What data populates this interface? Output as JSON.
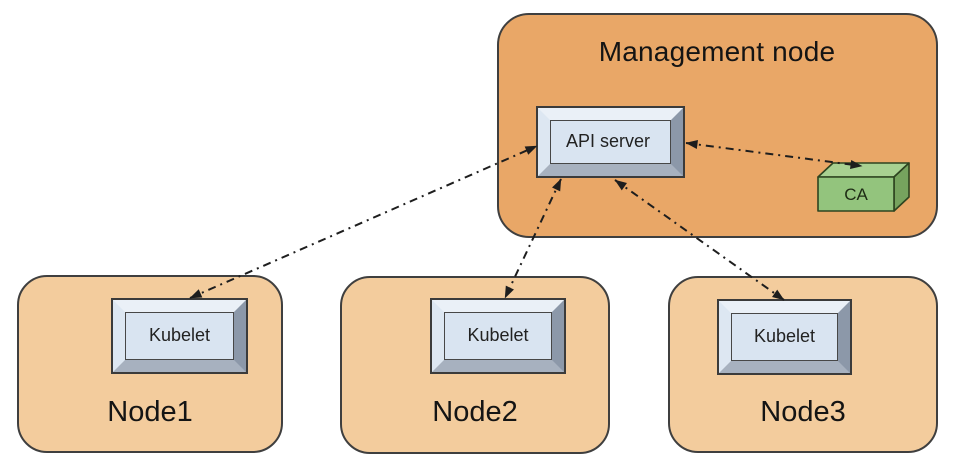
{
  "diagram": {
    "management_node": {
      "label": "Management node",
      "api_server_label": "API server",
      "ca_label": "CA"
    },
    "worker_nodes": [
      {
        "label": "Node1",
        "component_label": "Kubelet"
      },
      {
        "label": "Node2",
        "component_label": "Kubelet"
      },
      {
        "label": "Node3",
        "component_label": "Kubelet"
      }
    ],
    "connections": [
      {
        "from": "API server",
        "to": "Kubelet (Node1)",
        "bidirectional": true,
        "style": "dash-dot"
      },
      {
        "from": "API server",
        "to": "Kubelet (Node2)",
        "bidirectional": true,
        "style": "dash-dot"
      },
      {
        "from": "API server",
        "to": "Kubelet (Node3)",
        "bidirectional": true,
        "style": "dash-dot"
      },
      {
        "from": "API server",
        "to": "CA",
        "bidirectional": true,
        "style": "dash-dot"
      }
    ],
    "colors": {
      "management_node_fill": "#e9a767",
      "worker_node_fill": "#f3cc9d",
      "shape_border": "#3f3f3f",
      "component_face": "#d9e4f1",
      "component_bevel_light": "#eaf0f7",
      "component_bevel_dark": "#8c98a9",
      "ca_front": "#93c47d",
      "ca_top": "#a8d191",
      "ca_side": "#76a35e",
      "arrow": "#1e1e1e"
    }
  }
}
